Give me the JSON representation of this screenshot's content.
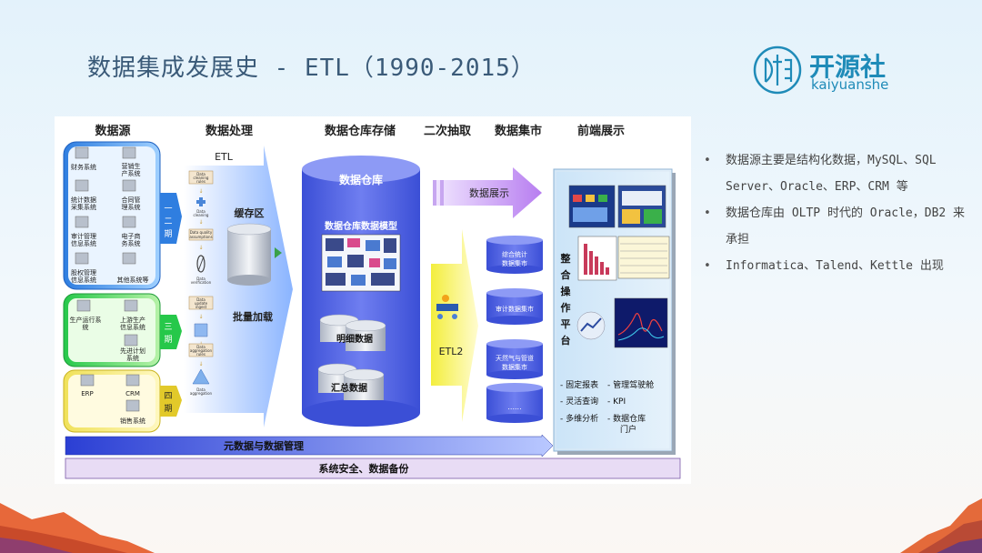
{
  "slide": {
    "title": "数据集成发展史 - ETL（1990-2015）",
    "logo_cn": "开源社",
    "logo_en": "kaiyuanshe",
    "bullets": [
      "数据源主要是结构化数据，MySQL、SQL Server、Oracle、ERP、CRM 等",
      "数据仓库由 OLTP 时代的 Oracle，DB2 来承担",
      "Informatica、Talend、Kettle 出现"
    ]
  },
  "diagram": {
    "headers": [
      "数据源",
      "数据处理",
      "数据仓库存储",
      "二次抽取",
      "数据集市",
      "前端展示"
    ],
    "phase1": {
      "items": [
        [
          "财务系统"
        ],
        [
          "营销生",
          "产系统"
        ],
        [
          "统计数据",
          "采集系统"
        ],
        [
          "合同管",
          "理系统"
        ],
        [
          "审计管理",
          "信息系统"
        ],
        [
          "电子商",
          "务系统"
        ],
        [
          "股权管理",
          "信息系统"
        ],
        [
          "其他系统等"
        ]
      ],
      "label": "一二期"
    },
    "phase3": {
      "items": [
        [
          "生产运行系",
          "统"
        ],
        [
          "上游生产",
          "信息系统"
        ],
        [
          "先进计划",
          "系统"
        ]
      ],
      "label": "三期"
    },
    "phase4": {
      "items": [
        [
          "ERP"
        ],
        [
          "CRM"
        ],
        [
          "销售系统"
        ]
      ],
      "label": "四期"
    },
    "etl": {
      "title": "ETL",
      "steps": [
        [
          "Data",
          "cleaning",
          "rules"
        ],
        [
          "Data",
          "cleaning"
        ],
        [
          "Data quality",
          "assumptions"
        ],
        [
          "Data",
          "verification"
        ],
        [
          "Data",
          "update",
          "ingest"
        ],
        [
          "Data",
          "aggregation",
          "rules"
        ],
        [
          "Data",
          "aggregation"
        ]
      ],
      "cache_label": "缓存区",
      "batch_label": "批量加载"
    },
    "warehouse": {
      "title": "数据仓库",
      "model_label": "数据仓库数据模型",
      "detail_label": "明细数据",
      "summary_label": "汇总数据"
    },
    "etl2": {
      "show_label": "数据展示",
      "label": "ETL2"
    },
    "marts": [
      "综合统计数据集市",
      "审计数据集市",
      "天然气与管道数据集市",
      "......"
    ],
    "frontend": {
      "platform_label": "整合操作平台",
      "features": [
        "- 固定报表",
        "- 管理驾驶舱",
        "- 灵活查询",
        "- KPI",
        "- 多维分析",
        "- 数据仓库",
        "门户"
      ]
    },
    "metadata_label": "元数据与数据管理",
    "security_label": "系统安全、数据备份"
  }
}
